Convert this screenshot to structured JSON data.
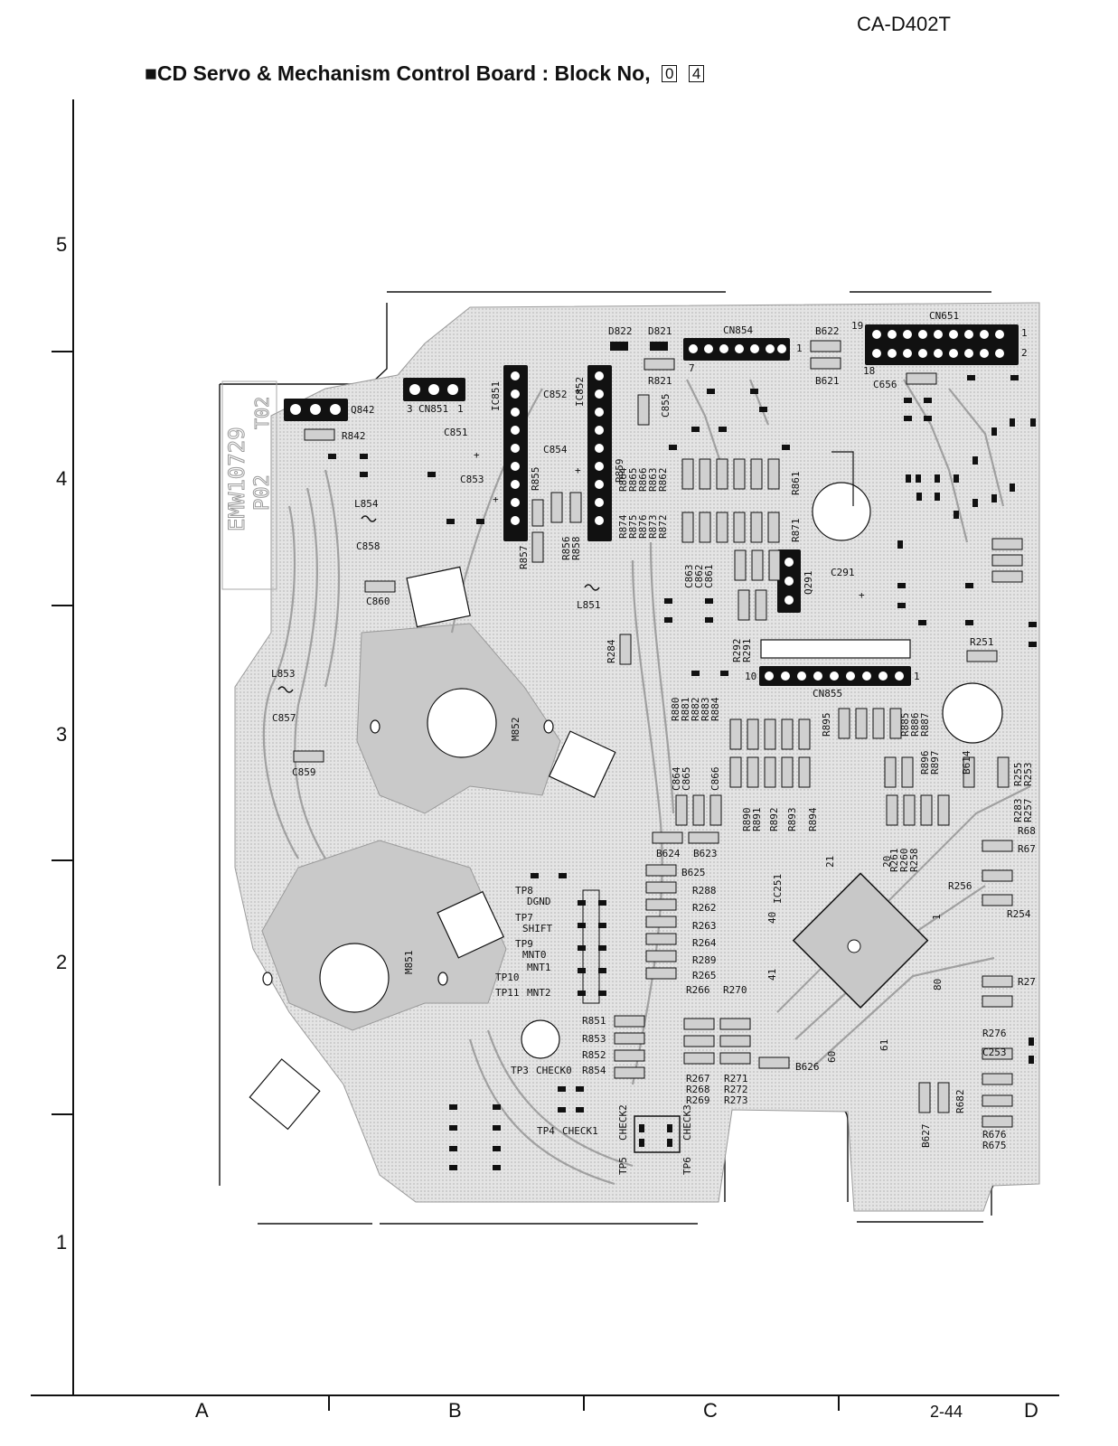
{
  "header": {
    "model": "CA-D402T"
  },
  "title": {
    "text": "■CD Servo & Mechanism Control Board : Block No,",
    "box1": "0",
    "box2": "4"
  },
  "grid": {
    "rows": [
      "5",
      "4",
      "3",
      "2",
      "1"
    ],
    "columns": [
      "A",
      "B",
      "C",
      "D"
    ]
  },
  "page_number": "2-44",
  "colors": {
    "board_fill": "#d9d9d9",
    "trace": "#9a9a9a",
    "ink": "#111111"
  },
  "board": {
    "silkscreen": [
      "EMW10729",
      "P02",
      "T02"
    ],
    "connectors": [
      {
        "name": "CN851",
        "pins_left": "3",
        "pins_right": "1"
      },
      {
        "name": "CN854",
        "pins_left": "7",
        "pins_right": "1"
      },
      {
        "name": "CN651",
        "pins_tl": "19",
        "pins_bl": "18",
        "pins_tr": "1",
        "pins_br": "2"
      },
      {
        "name": "CN855",
        "pins_left": "10",
        "pins_right": "1"
      }
    ],
    "labels": [
      "Q842",
      "R842",
      "IC851",
      "C852",
      "IC852",
      "C851",
      "C854",
      "R859",
      "C853",
      "R855",
      "R864",
      "R865",
      "R866",
      "R863",
      "R862",
      "R874",
      "R875",
      "R876",
      "R873",
      "R872",
      "R856",
      "R858",
      "R857",
      "D822",
      "D821",
      "R821",
      "C855",
      "B622",
      "B621",
      "C656",
      "R861",
      "R871",
      "Q291",
      "C291",
      "C863",
      "C862",
      "C861",
      "L851",
      "L854",
      "C858",
      "C860",
      "L853",
      "C857",
      "C859",
      "M852",
      "M851",
      "R284",
      "R292",
      "R291",
      "R251",
      "R880",
      "R881",
      "R882",
      "R883",
      "R884",
      "R895",
      "R885",
      "R886",
      "R887",
      "R896",
      "R897",
      "B614",
      "R255",
      "R253",
      "C864",
      "C865",
      "C866",
      "R890",
      "R891",
      "R892",
      "R893",
      "R894",
      "R283",
      "R257",
      "R68",
      "R67",
      "B624",
      "B623",
      "B625",
      "R288",
      "R262",
      "R263",
      "R264",
      "R289",
      "R265",
      "IC251",
      "R261",
      "R260",
      "R258",
      "R256",
      "R254",
      "TP8",
      "DGND",
      "TP7",
      "SHIFT",
      "TP9",
      "MNT0",
      "TP10",
      "MNT1",
      "TP11",
      "MNT2",
      "R266",
      "R270",
      "R851",
      "R853",
      "R852",
      "TP3",
      "CHECK0",
      "R854",
      "B626",
      "R267",
      "R268",
      "R269",
      "R271",
      "R272",
      "R273",
      "TP4",
      "CHECK1",
      "TP5",
      "CHECK2",
      "TP6",
      "CHECK3",
      "B627",
      "R682",
      "R27",
      "R276",
      "C253",
      "R676",
      "R675",
      "20",
      "21",
      "40",
      "41",
      "60",
      "61",
      "80",
      "1"
    ]
  }
}
